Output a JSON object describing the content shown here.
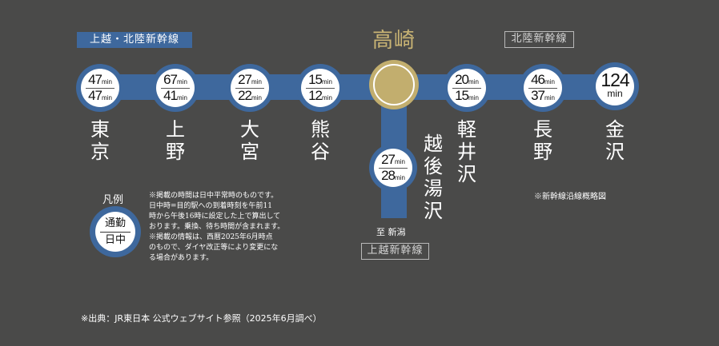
{
  "lines": {
    "main_label": "上越・北陸新幹線",
    "hokuriku_label": "北陸新幹線",
    "joetsu_label": "上越新幹線",
    "to_niigata": "至 新潟",
    "line_color": "#3e689d",
    "hub_color": "#c2ae6e"
  },
  "hub": {
    "name": "高崎"
  },
  "stations": [
    {
      "name": "東京",
      "commute": "47",
      "daytime": "47",
      "unit": "min"
    },
    {
      "name": "上野",
      "commute": "67",
      "daytime": "41",
      "unit": "min"
    },
    {
      "name": "大宮",
      "commute": "27",
      "daytime": "22",
      "unit": "min"
    },
    {
      "name": "熊谷",
      "commute": "15",
      "daytime": "12",
      "unit": "min"
    },
    {
      "name": "軽井沢",
      "commute": "20",
      "daytime": "15",
      "unit": "min"
    },
    {
      "name": "長野",
      "commute": "46",
      "daytime": "37",
      "unit": "min"
    },
    {
      "name": "金沢",
      "single": "124",
      "unit": "min"
    },
    {
      "name": "越後湯沢",
      "commute": "27",
      "daytime": "28",
      "unit": "min"
    }
  ],
  "legend": {
    "title": "凡例",
    "top": "通勤",
    "bottom": "日中"
  },
  "notes": [
    "※掲載の時間は日中平常時のものです。",
    "日中時=目的駅への到着時刻を午前11",
    "時から午後16時に設定した上で算出して",
    "おります。乗換、待ち時間が含まれます。",
    "※掲載の情報は、西暦2025年6月時点",
    "のもので、ダイヤ改正等により変更にな",
    "る場合があります。"
  ],
  "map_note": "※新幹線沿線概略図",
  "source": "※出典：JR東日本 公式ウェブサイト参照（2025年6月調べ）"
}
